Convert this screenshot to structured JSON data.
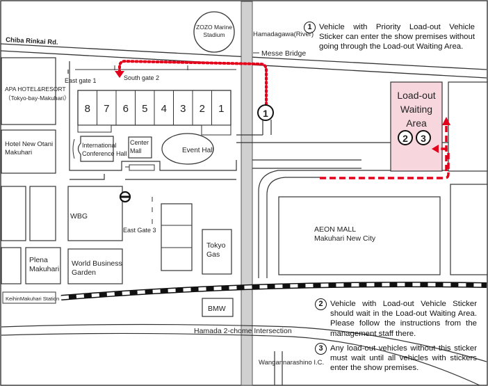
{
  "roads": {
    "chiba_rinkai": "Chiba Rinkai Rd.",
    "hamadagawa": "Hamadagawa(River)",
    "messe_bridge": "Messe Bridge",
    "hamada_intersection": "Hamada 2-chome Intersection",
    "wangan": "Wangannarashino I.C.",
    "keiyo_station": "KeihinMakuhari Station"
  },
  "places": {
    "zozo": [
      "ZOZO Marine",
      "Stadium"
    ],
    "apa": [
      "APA HOTEL&RESORT",
      "（Tokyo-bay-Makuhari）"
    ],
    "otani": [
      "Hotel New Otani",
      "Makuhari"
    ],
    "wbg": "WBG",
    "plena": [
      "Plena",
      "Makuhari"
    ],
    "wbg_garden": [
      "World Business",
      "Garden"
    ],
    "tokyo_gas": [
      "Tokyo",
      "Gas"
    ],
    "aeon": [
      "AEON MALL",
      "Makuhari New City"
    ],
    "bmw": "BMW"
  },
  "venue": {
    "east_gate_1": "East gate 1",
    "south_gate_2": "South gate 2",
    "east_gate_3": "East Gate 3",
    "halls": [
      "8",
      "7",
      "6",
      "5",
      "4",
      "3",
      "2",
      "1"
    ],
    "international_hall": [
      "International",
      "Conference Hall"
    ],
    "center_mall": [
      "Center",
      "Mall"
    ],
    "event_hall": "Event Hall"
  },
  "waiting_area": {
    "label": [
      "Load-out",
      "Waiting",
      "Area"
    ],
    "markers": [
      "2",
      "3"
    ],
    "fill_color": "#f7d6de"
  },
  "route_marker": "1",
  "route_color": "#e2001a",
  "notes": [
    {
      "num": "1",
      "text": "Vehicle with Priority Load-out Vehicle Sticker can enter the show premises without going through the Load-out Waiting Area."
    },
    {
      "num": "2",
      "text": "Vehicle with Load-out Vehicle Sticker should wait in the Load-out Waiting Area. Please follow the instructions from the management staff there."
    },
    {
      "num": "3",
      "text": "Any load-out vehicles without this sticker must wait until all vehicles with stickers enter the show premises."
    }
  ]
}
